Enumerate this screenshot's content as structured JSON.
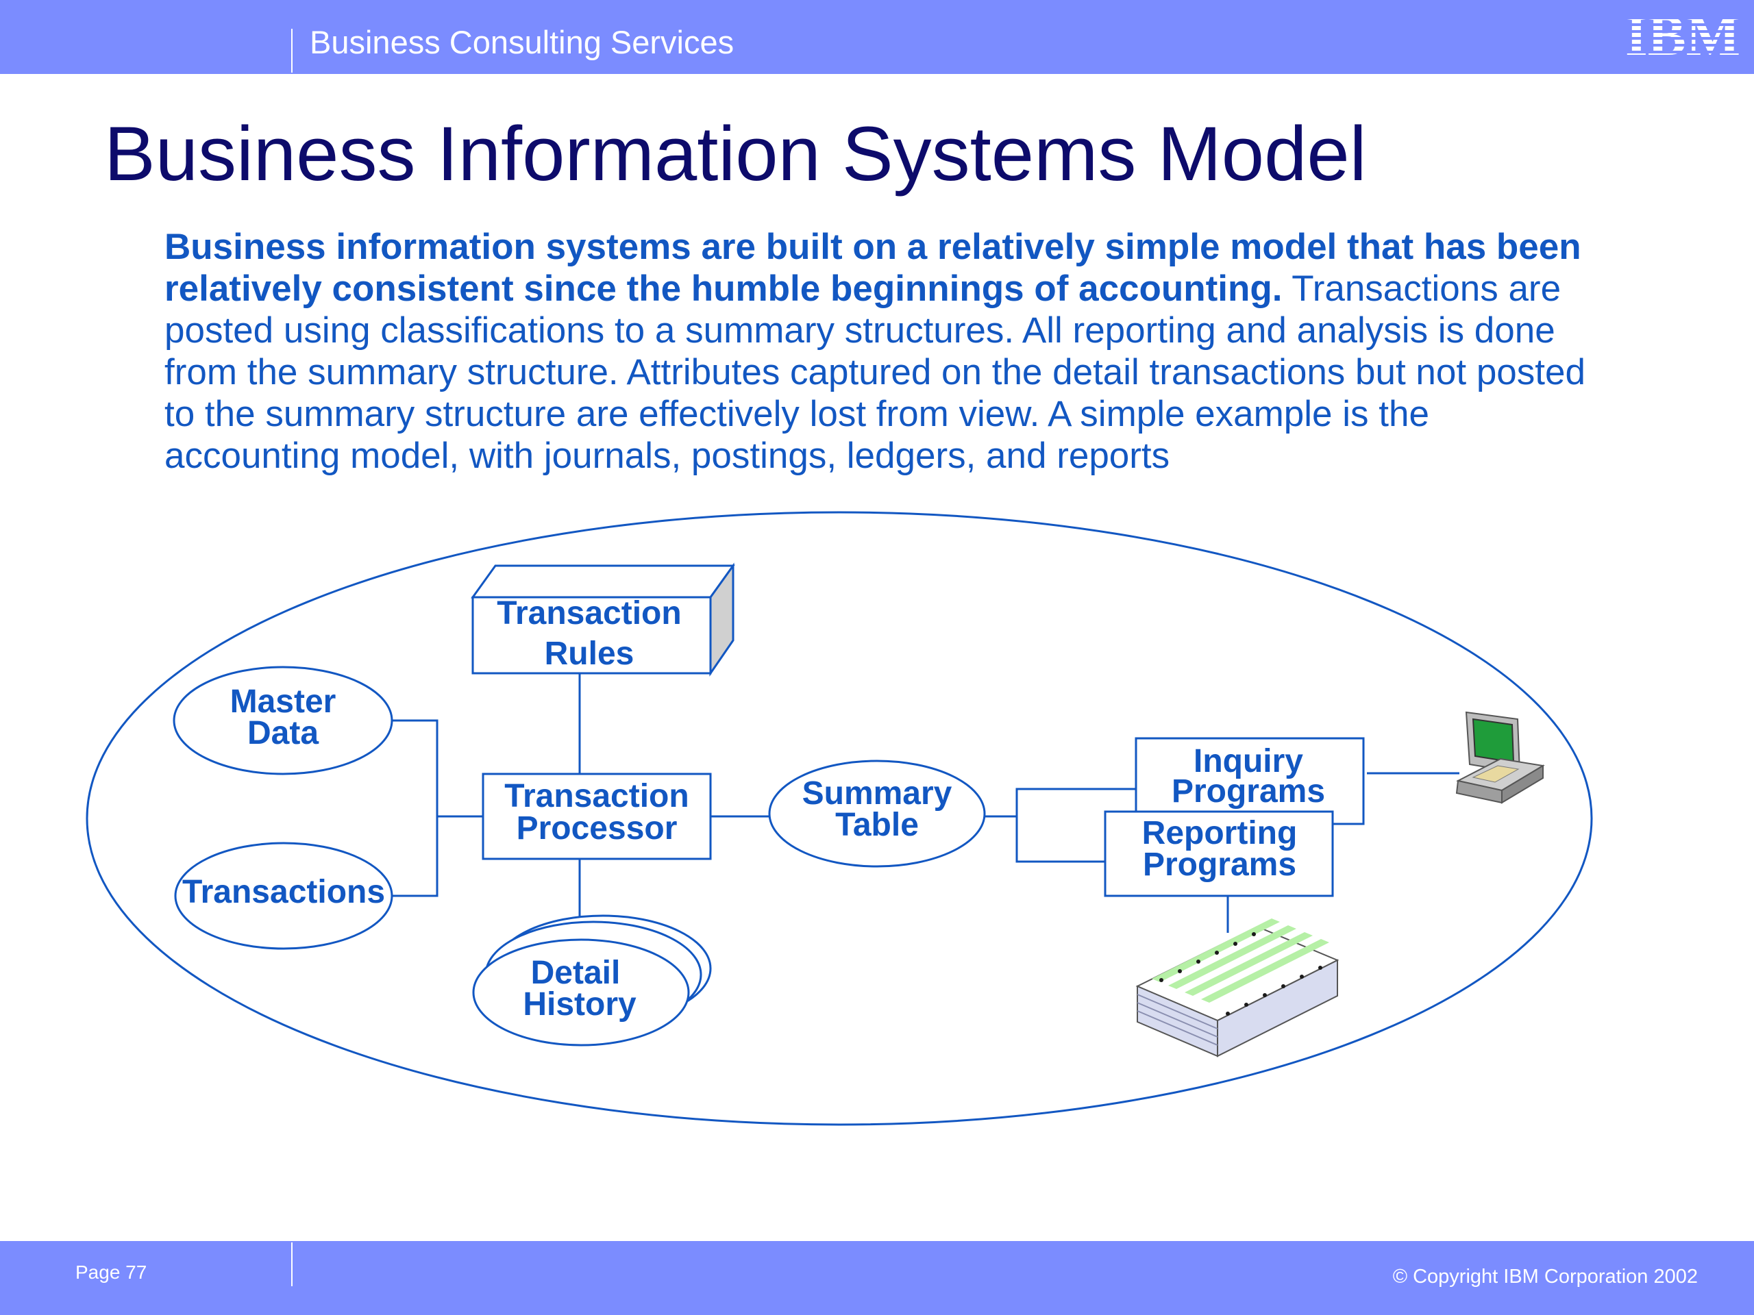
{
  "header": {
    "section_title": "Business Consulting Services",
    "logo": "IBM"
  },
  "slide": {
    "title": "Business Information Systems Model",
    "intro_bold": "Business information systems are built on a relatively simple model that has been relatively consistent since the humble beginnings of accounting.",
    "intro_body": "Transactions are posted using classifications to a summary structures.  All reporting and analysis is done from the summary structure.  Attributes captured on the detail transactions but not posted to the summary structure are effectively lost from view.  A simple example is the accounting model, with journals, postings, ledgers, and reports"
  },
  "diagram": {
    "transaction_rules": [
      "Transaction",
      "Rules"
    ],
    "master_data": [
      "Master",
      "Data"
    ],
    "transactions": "Transactions",
    "transaction_processor": [
      "Transaction",
      "Processor"
    ],
    "summary_table": [
      "Summary",
      "Table"
    ],
    "detail_history": [
      "Detail",
      "History"
    ],
    "inquiry_programs": [
      "Inquiry",
      "Programs"
    ],
    "reporting_programs": [
      "Reporting",
      "Programs"
    ],
    "icons": [
      "laptop-computer-icon",
      "printed-report-stack-icon"
    ],
    "colors": {
      "line": "#1257c2",
      "text": "#1257c2",
      "title": "#0d0b6b",
      "bar": "#7b8cff",
      "cube_side": "#d0d0d0",
      "screen": "#1f9c3a",
      "paper_stripe": "#b6f0a6"
    }
  },
  "footer": {
    "page": "Page 77",
    "copyright": "© Copyright IBM Corporation 2002"
  }
}
